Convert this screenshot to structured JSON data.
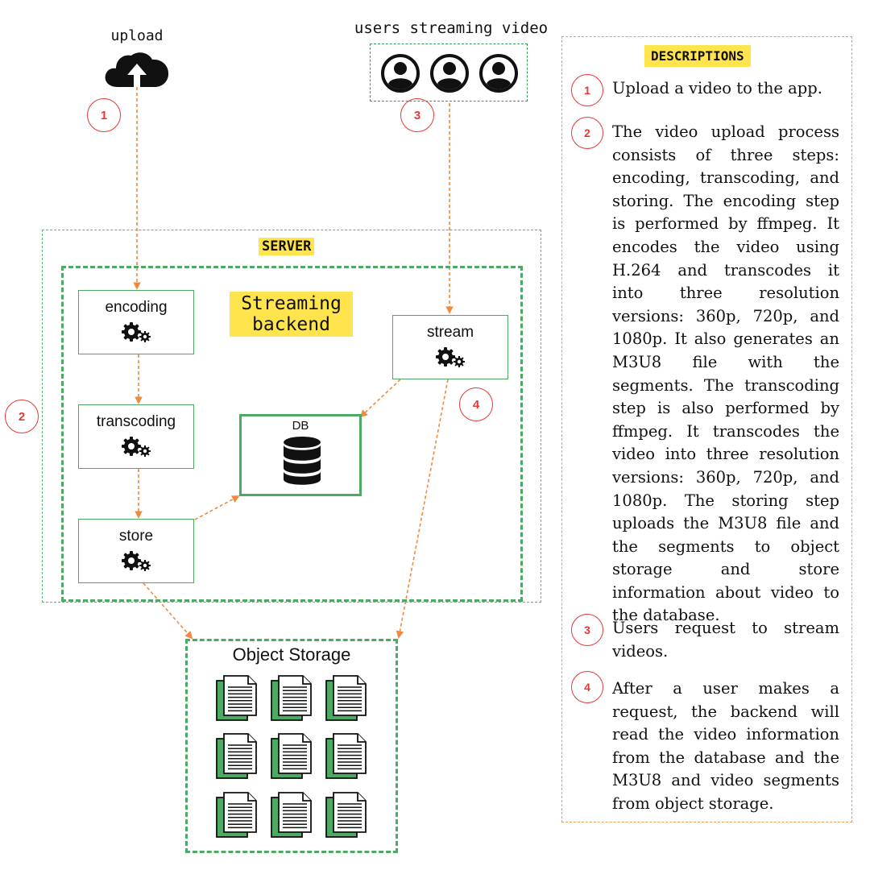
{
  "labels": {
    "upload": "upload",
    "users_streaming": "users streaming video",
    "server": "SERVER",
    "backend_line1": "Streaming",
    "backend_line2": "backend",
    "encoding": "encoding",
    "transcoding": "transcoding",
    "store": "store",
    "stream": "stream",
    "db": "DB",
    "object_storage": "Object Storage",
    "descriptions_title": "DESCRIPTIONS"
  },
  "markers": [
    "1",
    "2",
    "3",
    "4"
  ],
  "descriptions": [
    {
      "num": "1",
      "text": "Upload a video to the app."
    },
    {
      "num": "2",
      "text": "The video upload process consists of three steps: encoding, transcoding, and storing. The encoding step is performed by ffmpeg. It encodes the video using H.264 and transcodes it into three resolution versions: 360p, 720p, and 1080p. It also generates an M3U8 file with the segments. The transcoding step is also performed by ffmpeg. It transcodes the video into three resolution versions: 360p, 720p, and 1080p. The storing step uploads the M3U8 file and the segments to object storage and store information about video to the database."
    },
    {
      "num": "3",
      "text": "Users request to stream videos."
    },
    {
      "num": "4",
      "text": "After a user makes a request, the backend will read the video information from the database and the M3U8 and video segments from object storage."
    }
  ],
  "icons": {
    "upload": "cloud-upload-icon",
    "user": "user-icon",
    "gear": "gears-icon",
    "database": "database-icon",
    "document": "document-icon"
  },
  "colors": {
    "green": "#4ea965",
    "orange_arrow": "#f08a3c",
    "red_marker": "#e53935",
    "highlight": "#ffe44d",
    "desc_border": "#f0a050"
  }
}
